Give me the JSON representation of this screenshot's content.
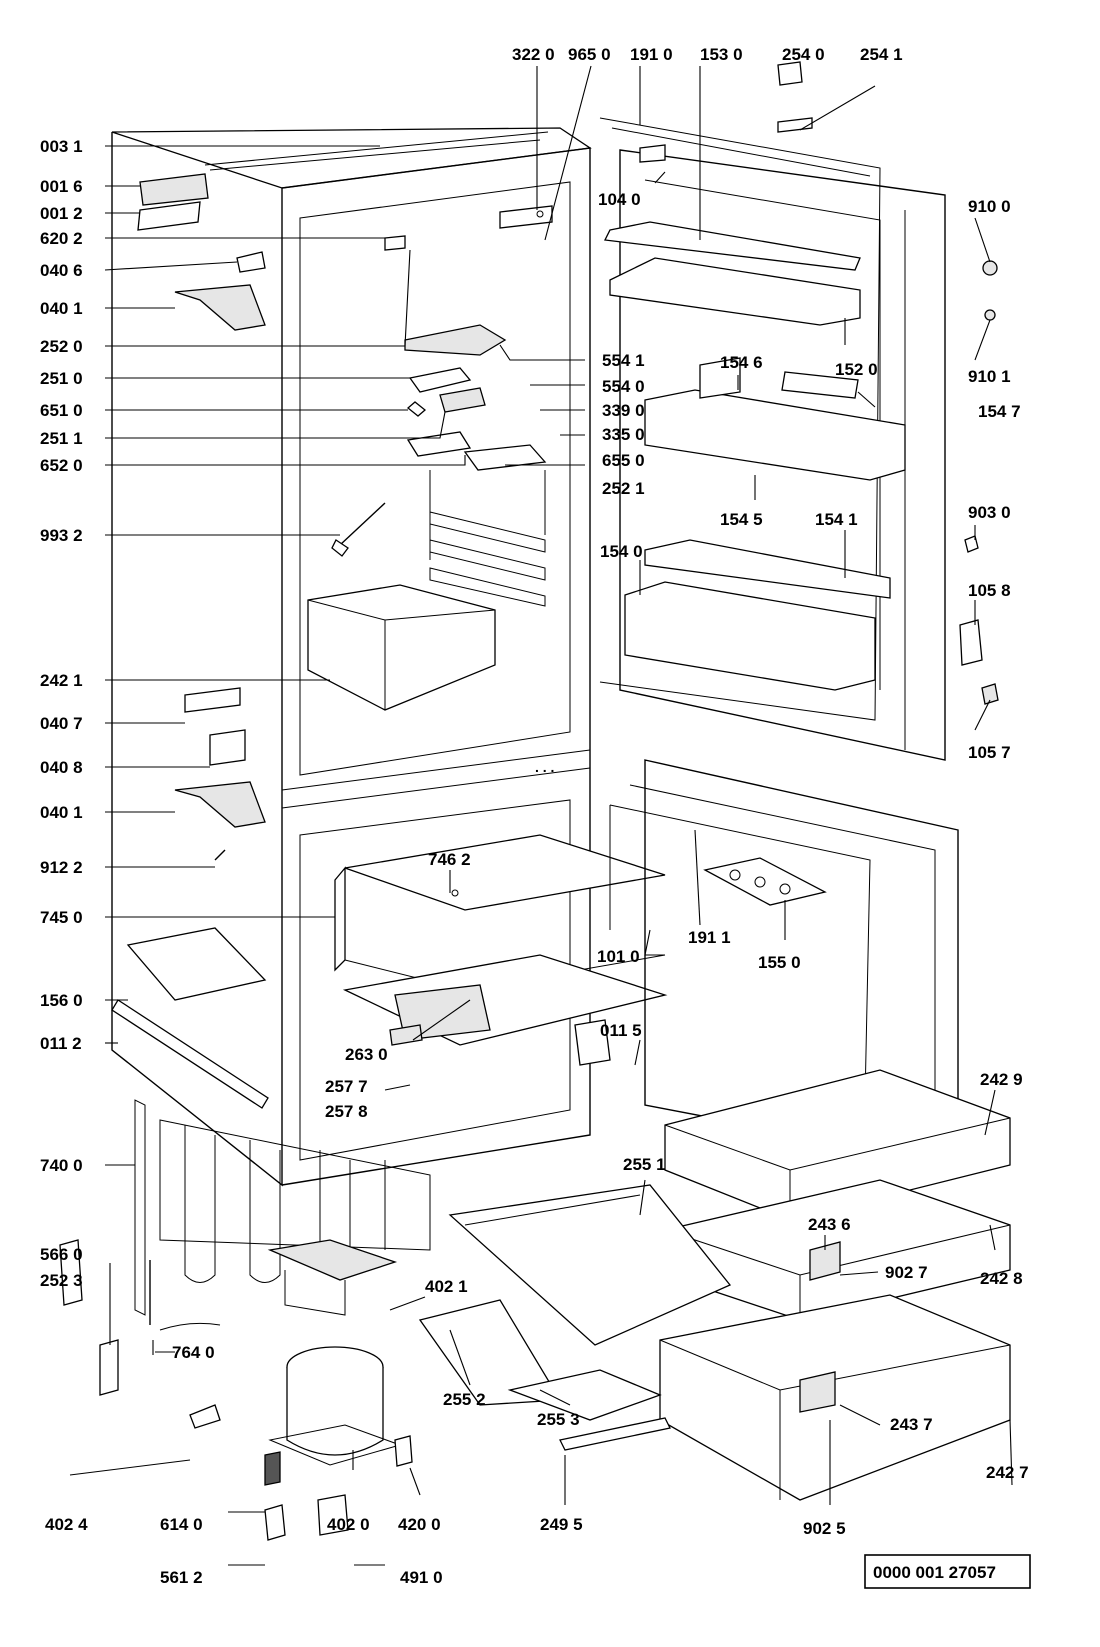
{
  "diagram": {
    "reference_number": "0000 001 27057",
    "labels": {
      "l0031": "003 1",
      "l0016": "001 6",
      "l0012": "001 2",
      "l6202": "620 2",
      "l0406": "040 6",
      "l0401a": "040 1",
      "l2520": "252 0",
      "l2510": "251 0",
      "l6510": "651 0",
      "l2511": "251 1",
      "l6520": "652 0",
      "l9932": "993 2",
      "l2421": "242 1",
      "l0407": "040 7",
      "l0408": "040 8",
      "l0401b": "040 1",
      "l9122": "912 2",
      "l7450": "745 0",
      "l1560": "156 0",
      "l0112": "011 2",
      "l7400": "740 0",
      "l5660": "566 0",
      "l2523": "252 3",
      "l4024": "402 4",
      "l6140": "614 0",
      "l5612": "561 2",
      "l3220": "322 0",
      "l9650": "965 0",
      "l1910": "191 0",
      "l1530": "153 0",
      "l2540": "254 0",
      "l2541": "254 1",
      "l1040": "104 0",
      "l9100": "910 0",
      "l9101": "910 1",
      "l1520": "152 0",
      "l1546": "154 6",
      "l1547": "154 7",
      "l5541": "554 1",
      "l5540": "554 0",
      "l3390": "339 0",
      "l3350": "335 0",
      "l6550": "655 0",
      "l2521": "252 1",
      "l1545": "154 5",
      "l1541": "154 1",
      "l9030": "903 0",
      "l1540": "154 0",
      "l1058": "105 8",
      "l1057": "105 7",
      "l7462": "746 2",
      "l1911": "191 1",
      "l1010": "101 0",
      "l1550": "155 0",
      "l0115": "011 5",
      "l2630": "263 0",
      "l2577": "257 7",
      "l2578": "257 8",
      "l2429": "242 9",
      "l2551": "255 1",
      "l2436": "243 6",
      "l9027": "902 7",
      "l2428": "242 8",
      "l4021": "402 1",
      "l7640": "764 0",
      "l2552": "255 2",
      "l2553": "255 3",
      "l2437": "243 7",
      "l2427": "242 7",
      "l4020": "402 0",
      "l4200": "420 0",
      "l2495": "249 5",
      "l9025": "902 5",
      "l4910": "491 0"
    }
  }
}
